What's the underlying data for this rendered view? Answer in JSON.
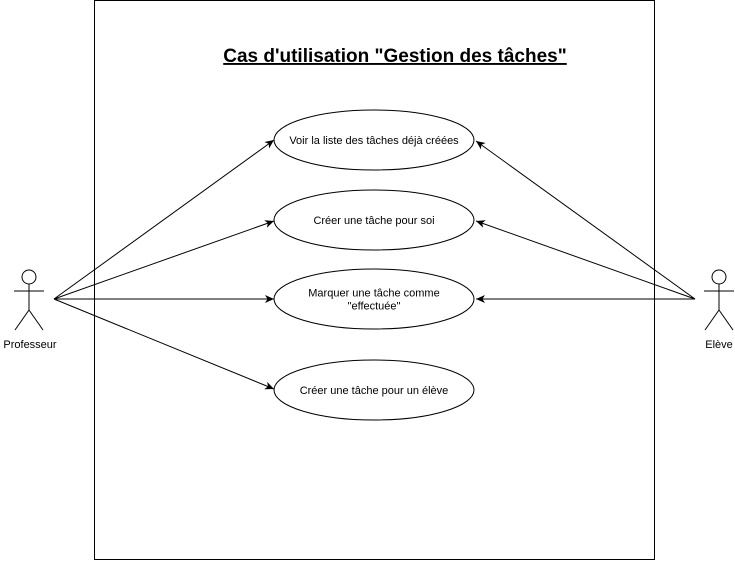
{
  "diagram": {
    "title": "Cas d'utilisation \"Gestion des tâches\"",
    "use_cases": [
      {
        "id": "uc1",
        "lines": [
          "Voir la liste des tâches déjà créées"
        ]
      },
      {
        "id": "uc2",
        "lines": [
          "Créer une tâche pour soi"
        ]
      },
      {
        "id": "uc3",
        "lines": [
          "Marquer une tâche comme",
          "\"effectuée\""
        ]
      },
      {
        "id": "uc4",
        "lines": [
          "Créer une tâche pour un élève"
        ]
      }
    ],
    "actors": [
      {
        "id": "professeur",
        "label": "Professeur"
      },
      {
        "id": "eleve",
        "label": "Elève"
      }
    ],
    "associations": [
      {
        "from": "professeur",
        "to": "uc1"
      },
      {
        "from": "professeur",
        "to": "uc2"
      },
      {
        "from": "professeur",
        "to": "uc3"
      },
      {
        "from": "professeur",
        "to": "uc4"
      },
      {
        "from": "eleve",
        "to": "uc1"
      },
      {
        "from": "eleve",
        "to": "uc2"
      },
      {
        "from": "eleve",
        "to": "uc3"
      }
    ]
  }
}
